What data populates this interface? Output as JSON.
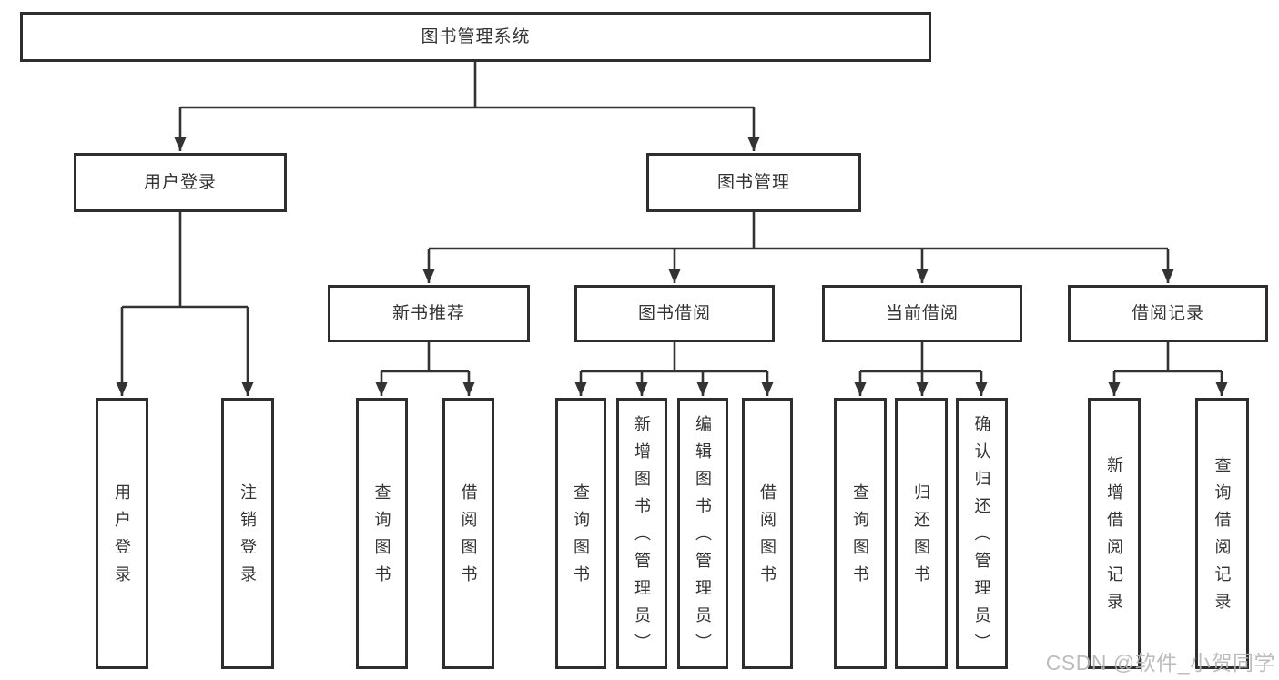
{
  "diagram": {
    "type": "hierarchy-tree",
    "root": {
      "label": "图书管理系统"
    },
    "level2": [
      {
        "label": "用户登录"
      },
      {
        "label": "图书管理"
      }
    ],
    "level3": [
      {
        "label": "新书推荐",
        "parent": "图书管理"
      },
      {
        "label": "图书借阅",
        "parent": "图书管理"
      },
      {
        "label": "当前借阅",
        "parent": "图书管理"
      },
      {
        "label": "借阅记录",
        "parent": "图书管理"
      }
    ],
    "leaves": [
      {
        "label": "用户登录",
        "parent": "用户登录"
      },
      {
        "label": "注销登录",
        "parent": "用户登录"
      },
      {
        "label": "查询图书",
        "parent": "新书推荐"
      },
      {
        "label": "借阅图书",
        "parent": "新书推荐"
      },
      {
        "label": "查询图书",
        "parent": "图书借阅"
      },
      {
        "label": "新增图书（管理员）",
        "parent": "图书借阅"
      },
      {
        "label": "编辑图书（管理员）",
        "parent": "图书借阅"
      },
      {
        "label": "借阅图书",
        "parent": "图书借阅"
      },
      {
        "label": "查询图书",
        "parent": "当前借阅"
      },
      {
        "label": "归还图书",
        "parent": "当前借阅"
      },
      {
        "label": "确认归还（管理员）",
        "parent": "当前借阅"
      },
      {
        "label": "新增借阅记录",
        "parent": "借阅记录"
      },
      {
        "label": "查询借阅记录",
        "parent": "借阅记录"
      }
    ]
  },
  "watermark": {
    "text": "CSDN @软件_小贺同学"
  },
  "colors": {
    "background": "#ffffff",
    "line": "#333333",
    "border": "#2e2e2e",
    "text": "#333333",
    "watermark": "#b5b5b5"
  }
}
